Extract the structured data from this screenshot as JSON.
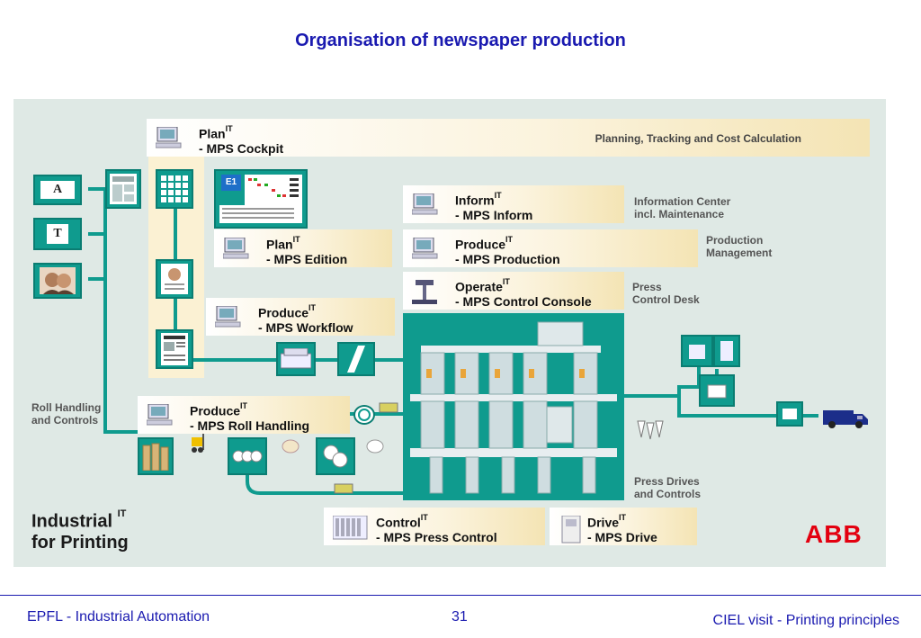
{
  "slide": {
    "title": "Organisation of newspaper production",
    "footer_left": "EPFL - Industrial Automation",
    "footer_center": "31",
    "footer_right": "CIEL visit  - Printing principles"
  },
  "modules": {
    "cockpit": {
      "name": "Plan",
      "sup": "IT",
      "sub": "- MPS Cockpit",
      "desc": "Planning, Tracking and Cost Calculation"
    },
    "inform": {
      "name": "Inform",
      "sup": "IT",
      "sub": "- MPS Inform"
    },
    "edition": {
      "name": "Plan",
      "sup": "IT",
      "sub": "- MPS Edition"
    },
    "production": {
      "name": "Produce",
      "sup": "IT",
      "sub": "- MPS Production"
    },
    "console": {
      "name": "Operate",
      "sup": "IT",
      "sub": "- MPS Control Console"
    },
    "workflow": {
      "name": "Produce",
      "sup": "IT",
      "sub": "- MPS Workflow"
    },
    "roll": {
      "name": "Produce",
      "sup": "IT",
      "sub": "- MPS Roll Handling"
    },
    "press_control": {
      "name": "Control",
      "sup": "IT",
      "sub": "- MPS Press Control"
    },
    "drive": {
      "name": "Drive",
      "sup": "IT",
      "sub": "- MPS Drive"
    }
  },
  "side_labels": {
    "info_center": [
      "Information Center",
      "incl. Maintenance"
    ],
    "prod_mgmt": [
      "Production",
      "Management"
    ],
    "press_desk": [
      "Press",
      "Control Desk"
    ],
    "roll_handling": [
      "Roll Handling",
      "and Controls"
    ],
    "press_drives": [
      "Press Drives",
      "and Controls"
    ]
  },
  "cards": {
    "a": "A",
    "t": "T",
    "e1": "E1"
  },
  "brand": {
    "line1": "Industrial",
    "sup": "IT",
    "line2": "for Printing",
    "logo": "ABB"
  },
  "colors": {
    "teal": "#0f9b8e",
    "title_blue": "#1a1ab0",
    "abb_red": "#e3000f",
    "cream": "#f4e4b4"
  }
}
